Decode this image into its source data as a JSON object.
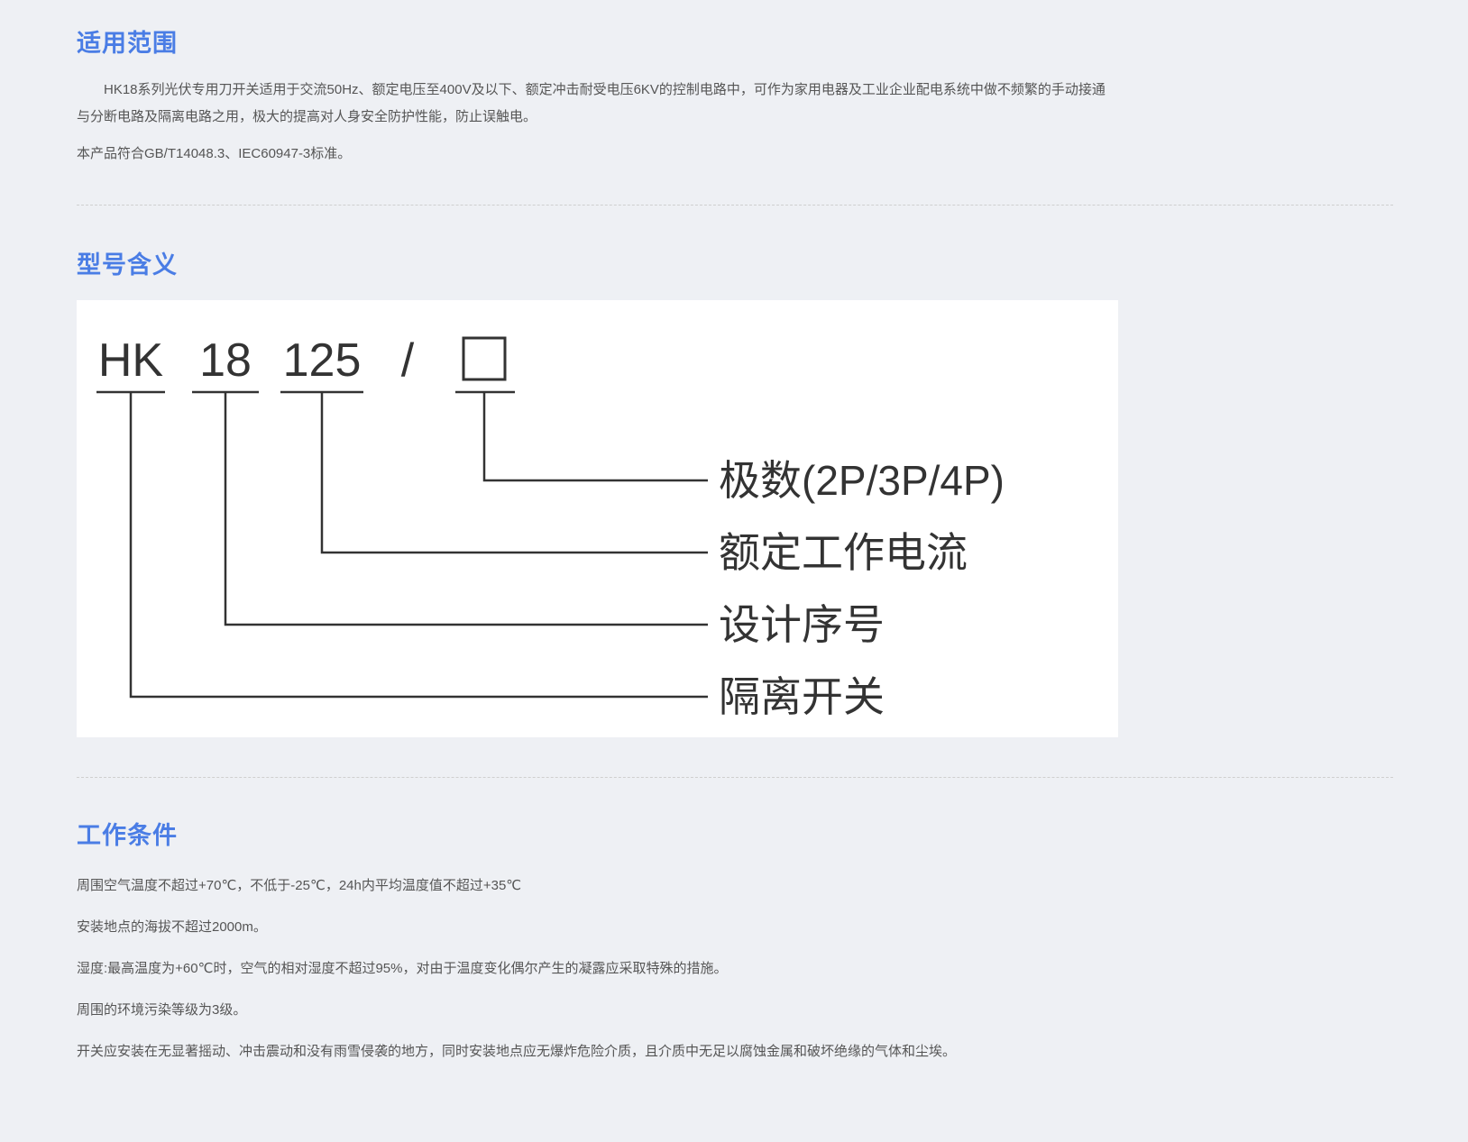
{
  "theme": {
    "background": "#eef0f4",
    "accent": "#4a7de5",
    "body_text": "#555555",
    "diagram_ink": "#333333",
    "panel": "#ffffff"
  },
  "scope": {
    "title": "适用范围",
    "para1": "HK18系列光伏专用刀开关适用于交流50Hz、额定电压至400V及以下、额定冲击耐受电压6KV的控制电路中，可作为家用电器及工业企业配电系统中做不频繁的手动接通与分断电路及隔离电路之用，极大的提高对人身安全防护性能，防止误触电。",
    "para2": "本产品符合GB/T14048.3、IEC60947-3标准。"
  },
  "model": {
    "title": "型号含义",
    "code": {
      "prefix": "HK",
      "design": "18",
      "current": "125",
      "separator": "/"
    },
    "labels": {
      "poles": "极数(2P/3P/4P)",
      "rated_current": "额定工作电流",
      "design_serial": "设计序号",
      "isolator": "隔离开关"
    }
  },
  "conditions": {
    "title": "工作条件",
    "items": [
      "周围空气温度不超过+70℃，不低于-25℃，24h内平均温度值不超过+35℃",
      "安装地点的海拔不超过2000m。",
      "湿度:最高温度为+60℃时，空气的相对湿度不超过95%，对由于温度变化偶尔产生的凝露应采取特殊的措施。",
      "周围的环境污染等级为3级。",
      "开关应安装在无显著摇动、冲击震动和没有雨雪侵袭的地方，同时安装地点应无爆炸危险介质，且介质中无足以腐蚀金属和破坏绝缘的气体和尘埃。"
    ]
  }
}
